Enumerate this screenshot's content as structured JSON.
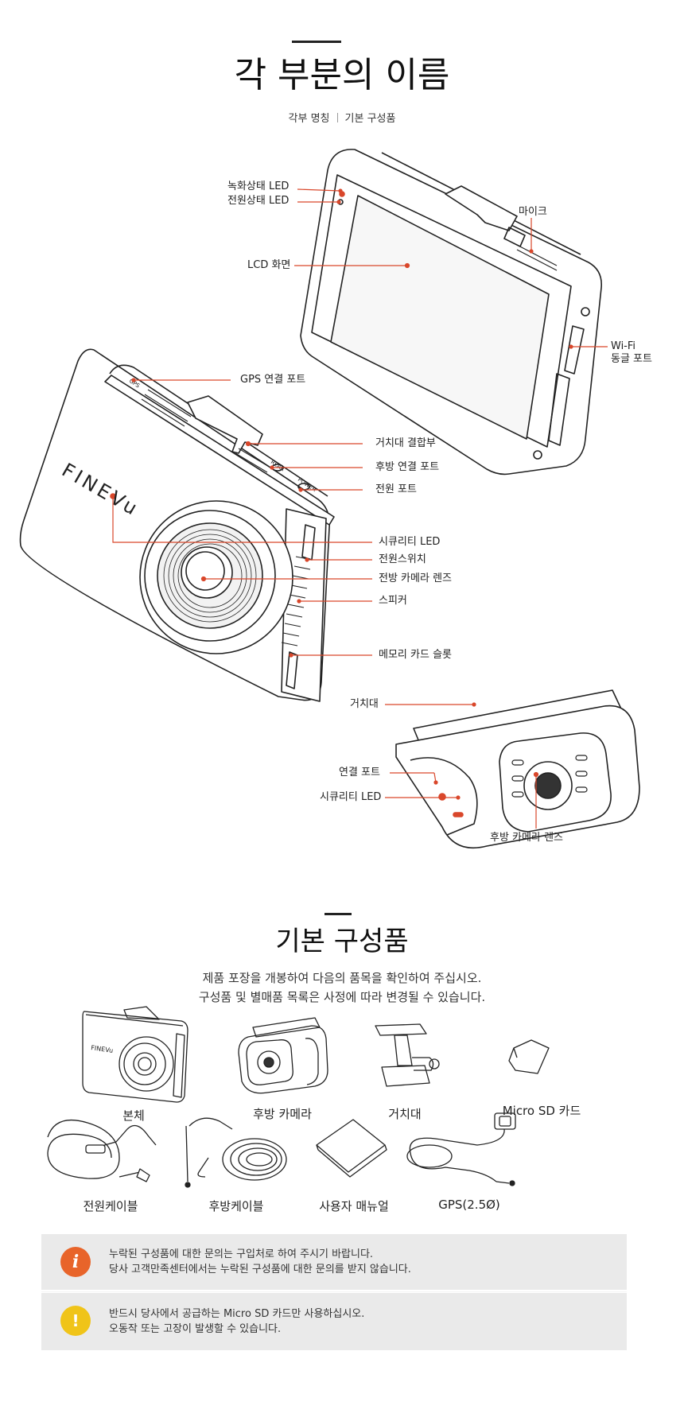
{
  "section1": {
    "title": "각 부분의 이름",
    "nav": [
      "각부 명칭",
      "기본 구성품"
    ]
  },
  "parts_labels": {
    "rec_led": "녹화상태 LED",
    "power_led": "전원상태 LED",
    "mic": "마이크",
    "lcd": "LCD 화면",
    "wifi_1": "Wi-Fi",
    "wifi_2": "동글 포트",
    "gps_port": "GPS 연결 포트",
    "mount_joint": "거치대 결합부",
    "rear_port": "후방 연결 포트",
    "power_port": "전원 포트",
    "security_led": "시큐리티 LED",
    "power_switch": "전원스위치",
    "front_lens": "전방 카메라 렌즈",
    "speaker": "스피커",
    "sd_slot": "메모리 카드 슬롯",
    "mount": "거치대",
    "conn_port": "연결 포트",
    "rear_security_led": "시큐리티 LED",
    "rear_lens": "후방 카메라 렌즈"
  },
  "device_marks": {
    "brand": "FINEVu",
    "port_rear": "REAR",
    "port_power": "POWER",
    "port_gps": "GPS"
  },
  "section2": {
    "title": "기본 구성품",
    "desc_1": "제품 포장을 개봉하여 다음의 품목을 확인하여 주십시오.",
    "desc_2": "구성품 및 별매품 목록은 사정에 따라 변경될 수 있습니다.",
    "items": [
      "본체",
      "후방 카메라",
      "거치대",
      "Micro SD 카드",
      "전원케이블",
      "후방케이블",
      "사용자 매뉴얼",
      "GPS(2.5Ø)"
    ]
  },
  "notices": [
    {
      "icon": "info-icon",
      "line1": "누락된 구성품에 대한 문의는 구입처로 하여 주시기 바랍니다.",
      "line2": "당사 고객만족센터에서는 누락된 구성품에 대한 문의를 받지 않습니다."
    },
    {
      "icon": "warning-icon",
      "line1": "반드시 당사에서 공급하는 Micro SD 카드만 사용하십시오.",
      "line2": "오동작 또는 고장이 발생할 수 있습니다."
    }
  ],
  "colors": {
    "leader_line": "#d9472b",
    "info_icon": "#e8642a",
    "warning_icon": "#f0c419",
    "notice_bg": "#eaeaea"
  }
}
